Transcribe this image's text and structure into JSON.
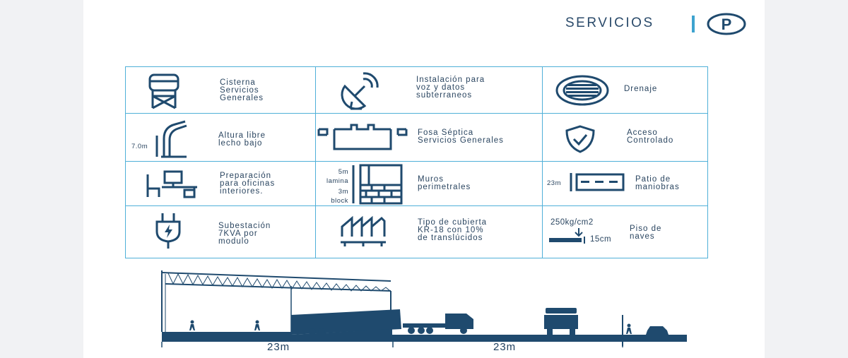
{
  "header": {
    "title": "SERVICIOS",
    "logo_letter": "P"
  },
  "cells": {
    "cisterna": "Cisterna\nServicios\nGenerales",
    "voz_datos": "Instalación para\nvoz y datos\nsubterraneos",
    "drenaje": "Drenaje",
    "altura": "Altura libre\nlecho bajo",
    "altura_value": "7.0m",
    "fosa": "Fosa Séptica\nServicios Generales",
    "acceso": "Acceso\nControlado",
    "preparacion": "Preparación\npara oficinas\ninteriores.",
    "muros": "Muros\nperimetrales",
    "muros_top": "5m\nlamina",
    "muros_bottom": "3m\nblock",
    "patio": "Patio de\nmaniobras",
    "patio_value": "23m",
    "subestacion": "Subestación\n7KVA por\nmodulo",
    "cubierta": "Tipo de cubierta\nKR-18 con 10%\nde translúcidos",
    "piso": "Piso de\nnaves",
    "piso_load": "250kg/cm2",
    "piso_thickness": "15cm"
  },
  "section": {
    "dim_left": "23m",
    "dim_right": "23m"
  },
  "colors": {
    "navy": "#1f4a6e",
    "accent": "#3da3cf",
    "border": "#4fb0d8"
  }
}
